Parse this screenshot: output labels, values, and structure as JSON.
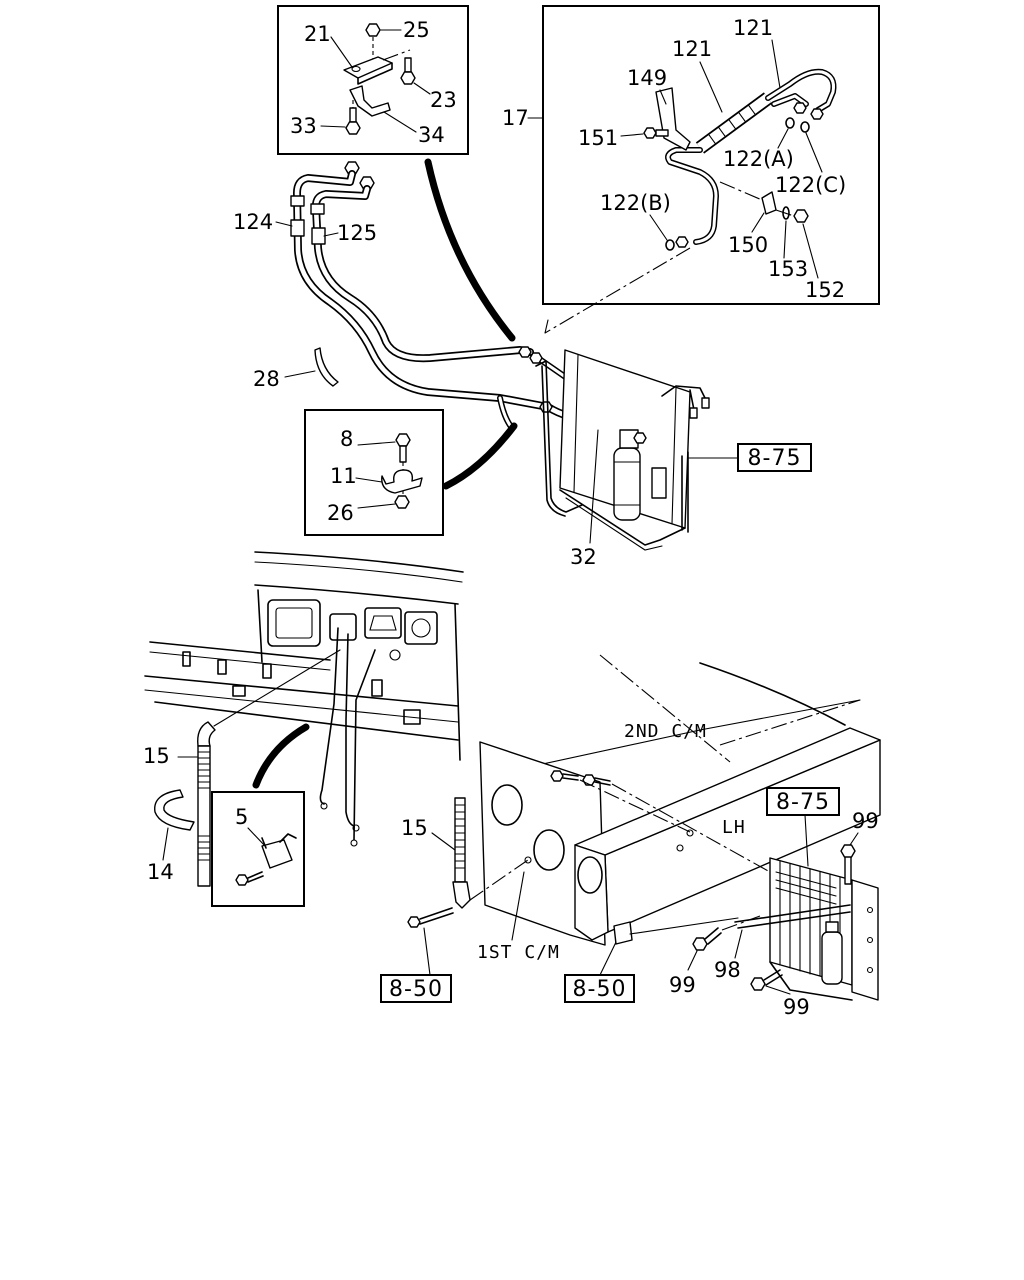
{
  "callouts": {
    "p21": "21",
    "p25": "25",
    "p23": "23",
    "p33": "33",
    "p34": "34",
    "p121_a": "121",
    "p121_b": "121",
    "p149": "149",
    "p151": "151",
    "p17": "17",
    "p122a": "122(A)",
    "p122c": "122(C)",
    "p122b": "122(B)",
    "p150": "150",
    "p153": "153",
    "p152": "152",
    "p124": "124",
    "p125": "125",
    "p28": "28",
    "p8": "8",
    "p11": "11",
    "p26": "26",
    "p32": "32",
    "p15_a": "15",
    "p14": "14",
    "p5": "5",
    "p15_b": "15",
    "p99_a": "99",
    "p98": "98",
    "p99_b": "99",
    "p99_c": "99"
  },
  "references": {
    "ref875_a": "8-75",
    "ref875_b": "8-75",
    "ref850_a": "8-50",
    "ref850_b": "8-50"
  },
  "notes": {
    "second_cm": "2ND C/M",
    "first_cm": "1ST C/M",
    "lh": "LH"
  }
}
